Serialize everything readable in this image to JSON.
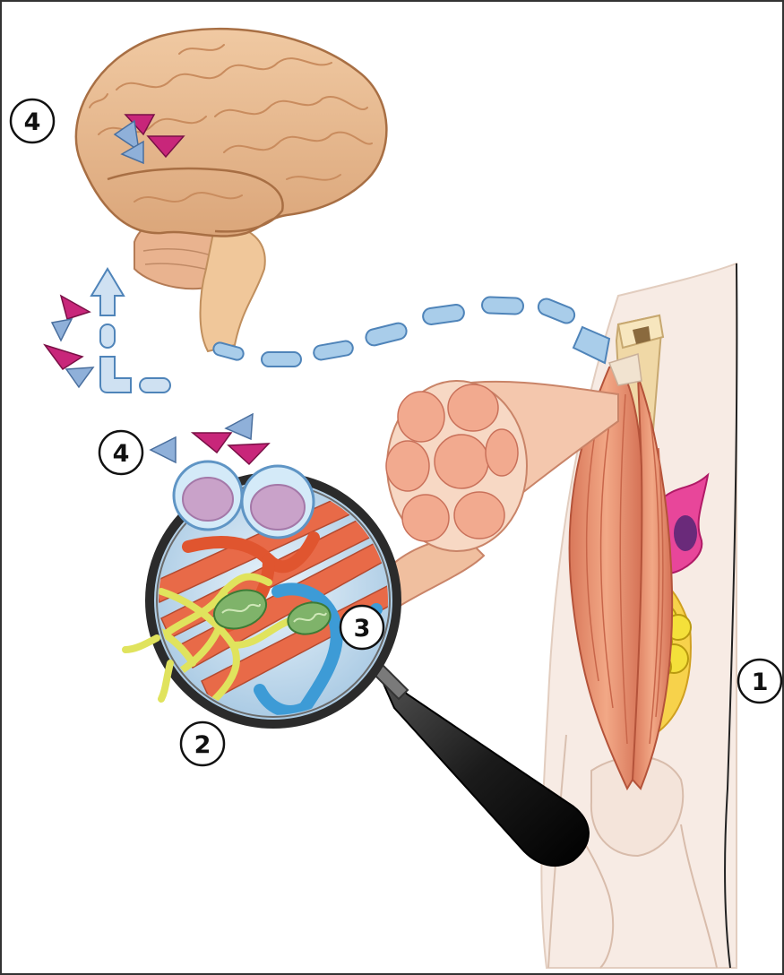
{
  "labels": {
    "muscle_tissue": "1",
    "neuromuscular_junction": "2",
    "microvasculature": "3",
    "brain_signal": "4",
    "local_signal": "4"
  },
  "colors": {
    "brain": "#e8ba91",
    "brain_fold": "#c98c5e",
    "brainstem": "#f0c79a",
    "arrow_fill": "#a9cdea",
    "arrow_stroke": "#4f84b9",
    "muscle": "#e79a78",
    "muscle_stripe": "#c8664a",
    "bone": "#f0d8a6",
    "leg_skin": "#f7ebe4",
    "mito_green": "#7fb36a",
    "nerve_yellow": "#e0e35d",
    "vessel_blue": "#3d9bd6",
    "vessel_red": "#e86a48",
    "magenta_triangle": "#c8267a",
    "blue_triangle": "#8fb0d9",
    "fat_yellow": "#f4e03a",
    "pink_cell": "#e8469a",
    "lens_rim": "#2b2b2b",
    "handle": "#1f1f1f"
  },
  "icons": [
    "brain-icon",
    "leg-icon",
    "magnifier-icon",
    "muscle-icon",
    "triangle-molecule-icon",
    "arrow-icon"
  ]
}
